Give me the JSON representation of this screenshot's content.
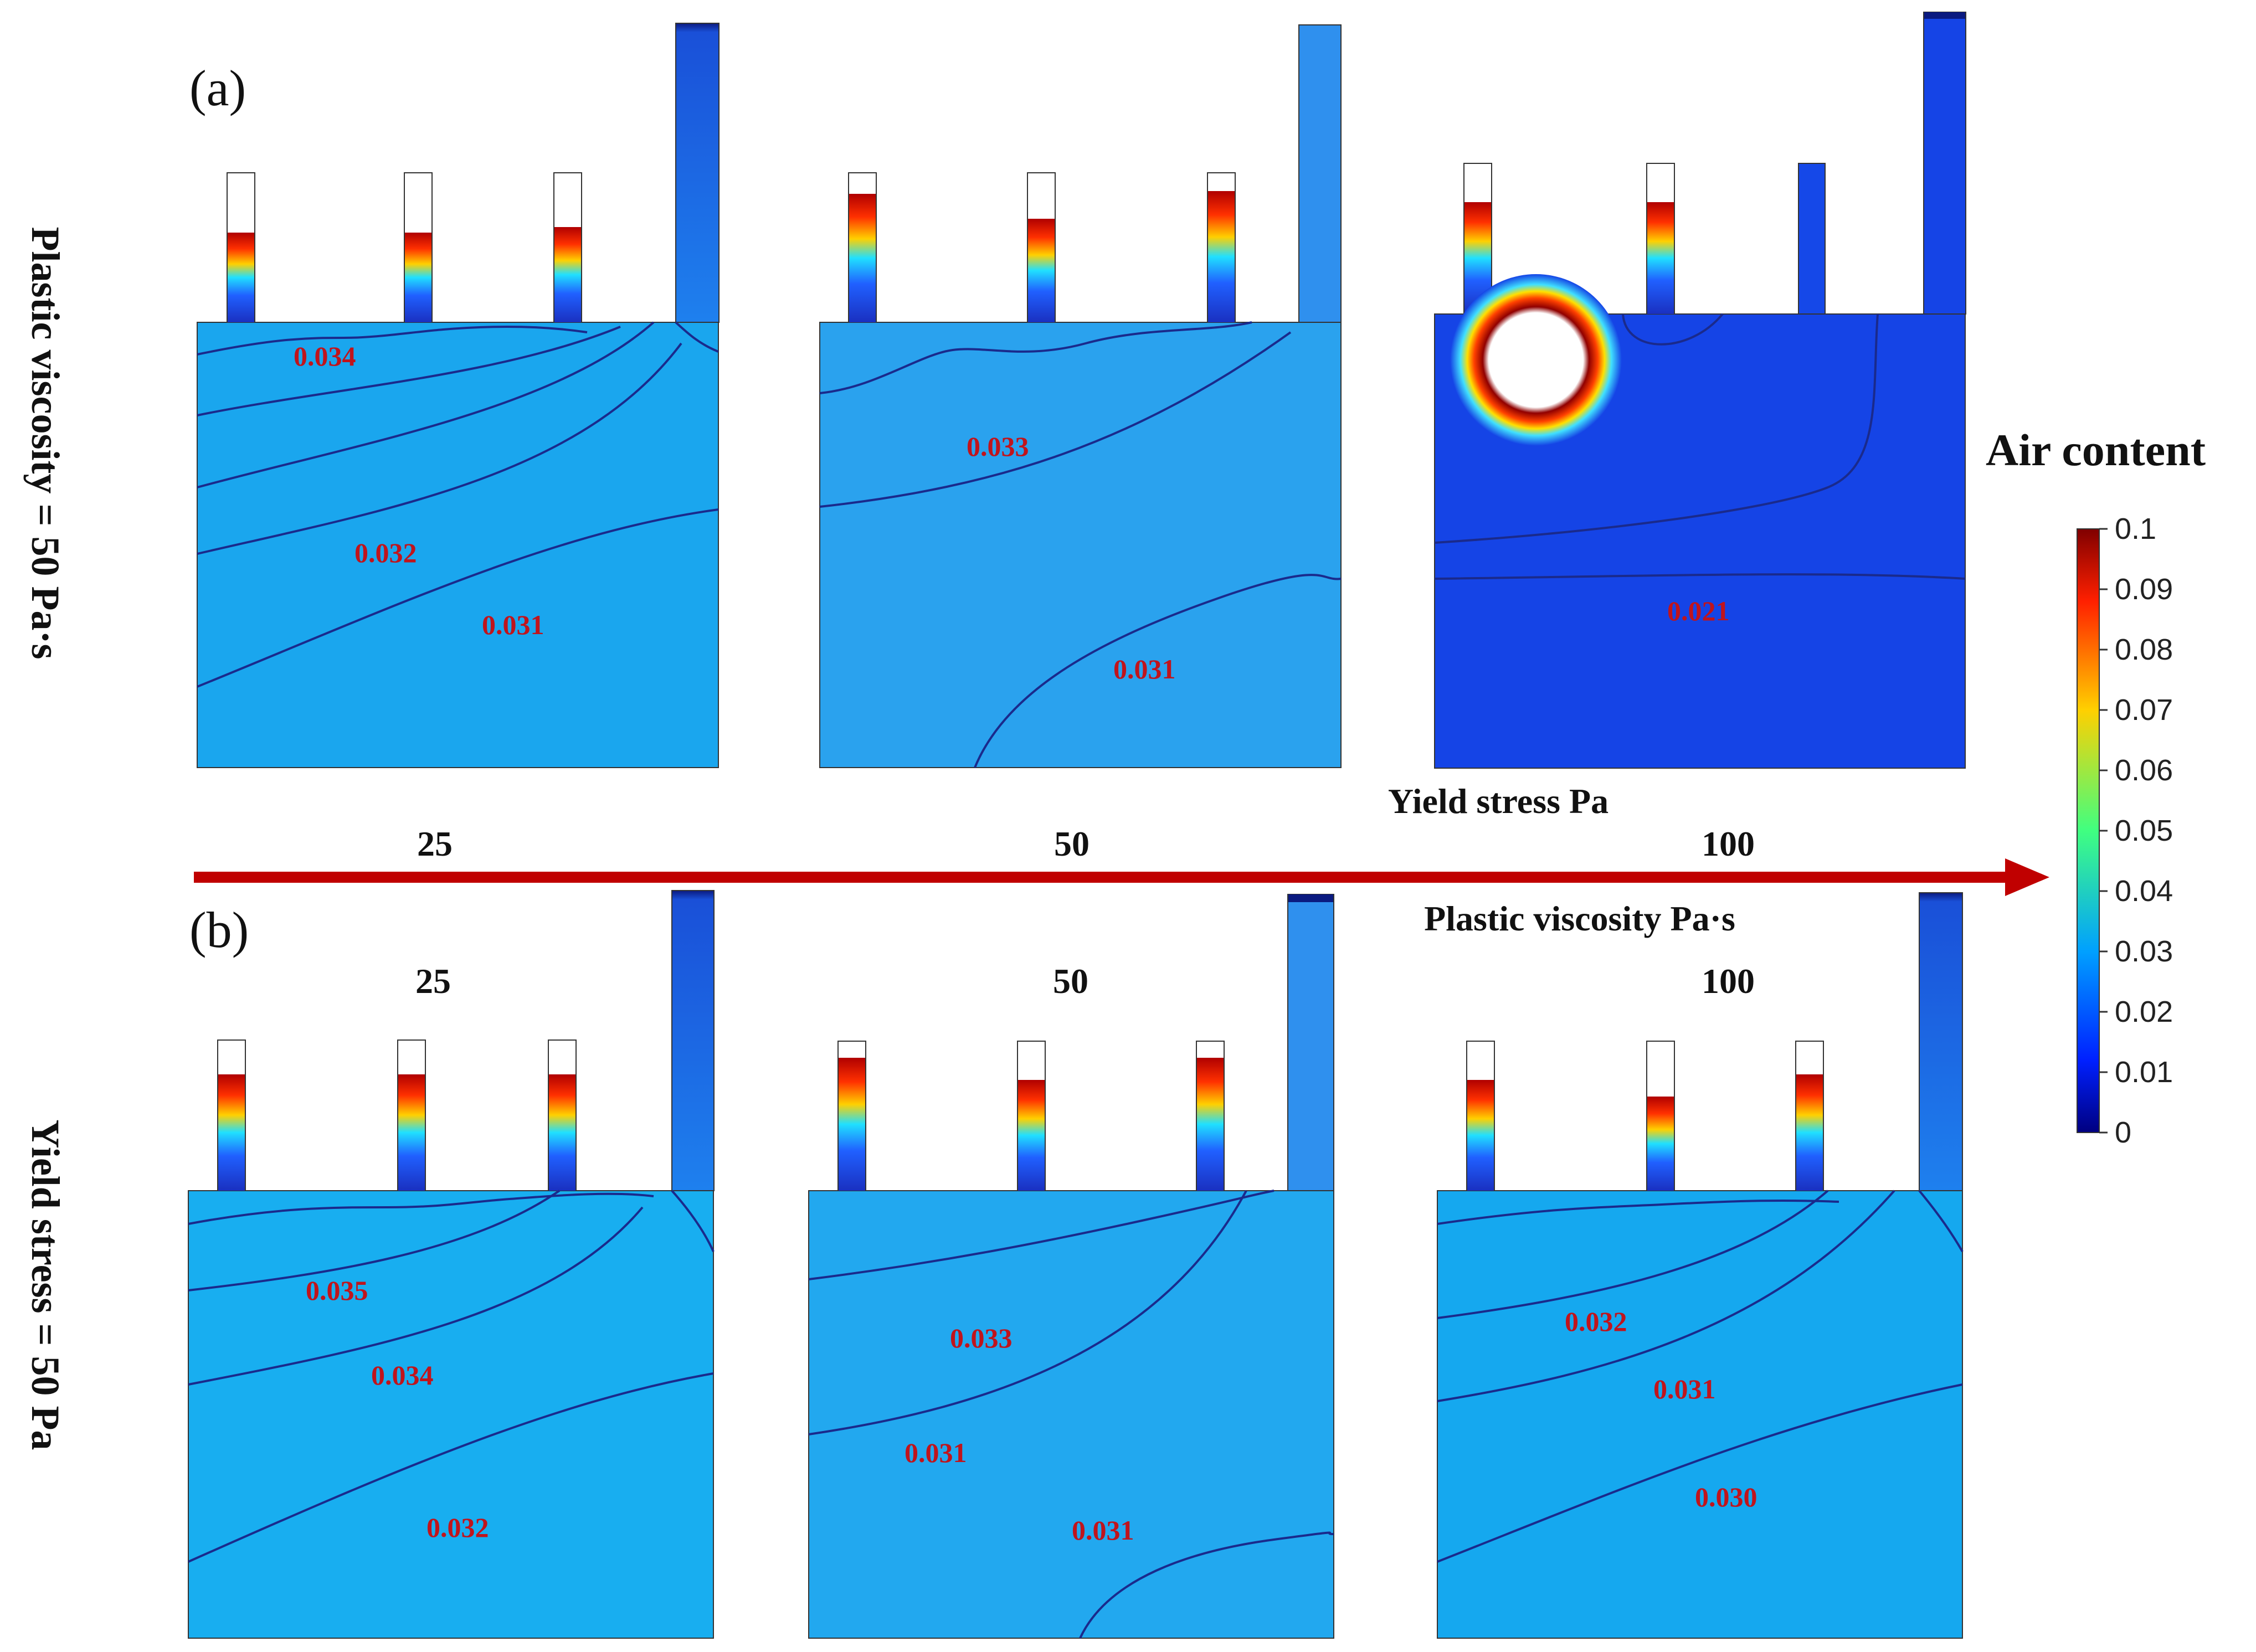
{
  "panel_labels": {
    "a": "(a)",
    "b": "(b)"
  },
  "row_labels": {
    "top": "Plastic viscosity = 50 Pa·s",
    "bottom": "Yield stress = 50 Pa"
  },
  "axes": {
    "top_caption": "Yield stress Pa",
    "top_values": [
      "25",
      "50",
      "100"
    ],
    "bottom_caption": "Plastic viscosity Pa·s",
    "bottom_values": [
      "25",
      "50",
      "100"
    ],
    "arrow_color": "#c00000"
  },
  "colorbar": {
    "title": "Air content",
    "ticks": [
      "0.1",
      "0.09",
      "0.08",
      "0.07",
      "0.06",
      "0.05",
      "0.04",
      "0.03",
      "0.02",
      "0.01",
      "0"
    ]
  },
  "panels": [
    {
      "id": "a1",
      "fill": "#1aa6ee",
      "labels": [
        "0.034",
        "0.032",
        "0.031"
      ]
    },
    {
      "id": "a2",
      "fill": "#2aa2ee",
      "labels": [
        "0.033",
        "0.031"
      ]
    },
    {
      "id": "a3",
      "fill": "#1544e6",
      "labels": [
        "0.021"
      ]
    },
    {
      "id": "b1",
      "fill": "#18aef0",
      "labels": [
        "0.035",
        "0.034",
        "0.032"
      ]
    },
    {
      "id": "b2",
      "fill": "#22a8ef",
      "labels": [
        "0.033",
        "0.031",
        "0.031"
      ]
    },
    {
      "id": "b3",
      "fill": "#15a8ef",
      "labels": [
        "0.032",
        "0.031",
        "0.030"
      ]
    }
  ],
  "colors": {
    "contour": "#1a2a8c",
    "contour_label": "#c0141c"
  }
}
